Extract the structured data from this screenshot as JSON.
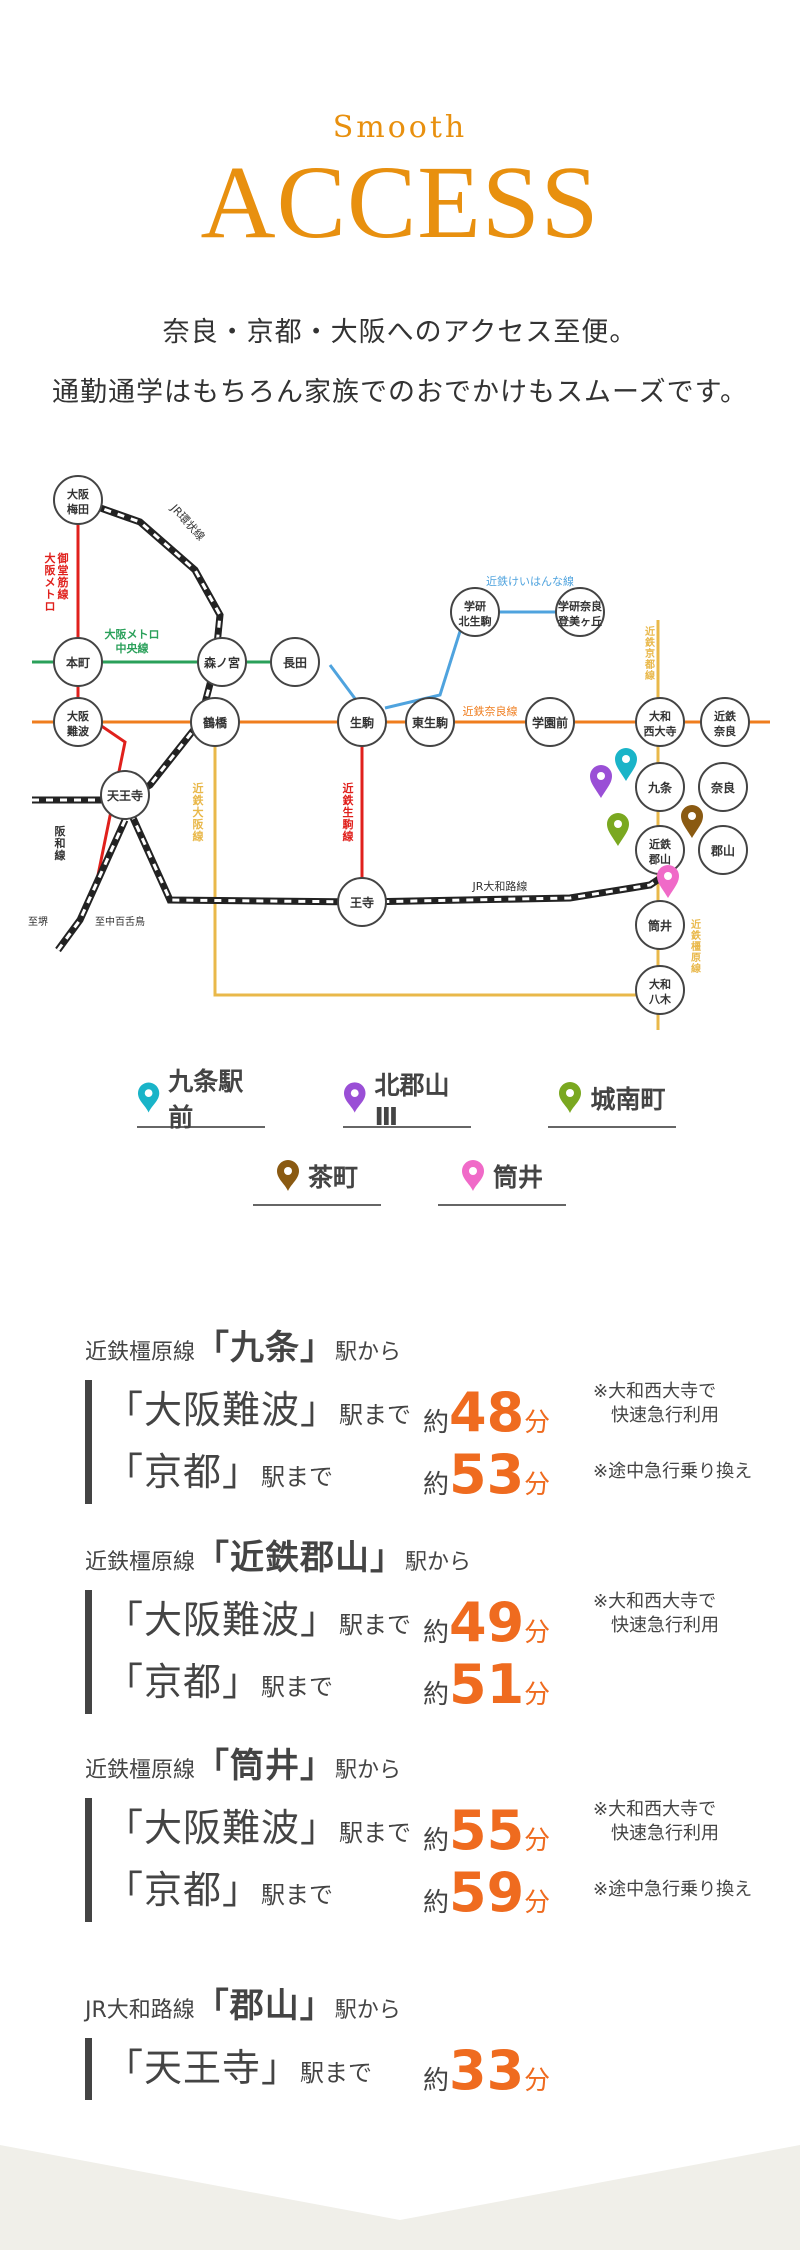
{
  "header": {
    "smooth": "Smooth",
    "access": "ACCESS"
  },
  "lead": [
    "奈良・京都・大阪へのアクセス至便。",
    "通勤通学はもちろん家族でのおでかけもスムーズです。"
  ],
  "map": {
    "stations": {
      "osaka_umeda": [
        "大阪",
        "梅田"
      ],
      "honmachi": [
        "本町"
      ],
      "osaka_namba": [
        "大阪",
        "難波"
      ],
      "tennoji": [
        "天王寺"
      ],
      "morinomiya": [
        "森ノ宮"
      ],
      "tsuruhashi": [
        "鶴橋"
      ],
      "nagata": [
        "長田"
      ],
      "ikoma": [
        "生駒"
      ],
      "higashi_ikoma": [
        "東生駒"
      ],
      "gakuen_mae": [
        "学園前"
      ],
      "gakken_kita_ikoma": [
        "学研",
        "北生駒"
      ],
      "gakken_nara_tomigaoka": [
        "学研奈良",
        "登美ヶ丘"
      ],
      "yamato_saidaiji": [
        "大和",
        "西大寺"
      ],
      "kintetsu_nara": [
        "近鉄",
        "奈良"
      ],
      "kujo": [
        "九条"
      ],
      "nara": [
        "奈良"
      ],
      "kintetsu_koriyama": [
        "近鉄",
        "郡山"
      ],
      "koriyama": [
        "郡山"
      ],
      "tsutsui": [
        "筒井"
      ],
      "yamato_yagi": [
        "大和",
        "八木"
      ],
      "oji": [
        "王寺"
      ]
    },
    "lines": {
      "jr_loop": "JR環状線",
      "midosuji": [
        "大阪メトロ",
        "御堂筋線"
      ],
      "chuo": [
        "大阪メトロ",
        "中央線"
      ],
      "keihanna": "近鉄けいはんな線",
      "nara_line": "近鉄奈良線",
      "osaka_line": "近鉄大阪線",
      "ikoma_line": "近鉄生駒線",
      "kyoto_line": "近鉄京都線",
      "kashihara_line": "近鉄橿原線",
      "yamatoji": "JR大和路線",
      "hanwa": "阪和線"
    },
    "terminals": {
      "sakai": "至堺",
      "nakamozu": "至中百舌鳥"
    },
    "colors": {
      "jr": "#222222",
      "midosuji": "#e0201c",
      "chuo": "#2aa05a",
      "keihanna": "#4fa3de",
      "nara_line": "#ef7d1e",
      "osaka_line": "#e9b84a",
      "ikoma_line": "#e0201c",
      "kyoto_line": "#e9b84a",
      "kashihara_line": "#e9b84a"
    }
  },
  "legend": [
    {
      "label": "九条駅前",
      "color": "#1ab4c8",
      "icon": "map-pin-icon"
    },
    {
      "label": "北郡山Ⅲ",
      "color": "#9a4fd6",
      "icon": "map-pin-icon"
    },
    {
      "label": "城南町",
      "color": "#7aa820",
      "icon": "map-pin-icon"
    },
    {
      "label": "茶町",
      "color": "#8a5a12",
      "icon": "map-pin-icon"
    },
    {
      "label": "筒井",
      "color": "#f06ac8",
      "icon": "map-pin-icon"
    }
  ],
  "routes": [
    {
      "line": "近鉄橿原線",
      "station": "「九条」",
      "suffix": "駅から",
      "rows": [
        {
          "dest": "「大阪難波」",
          "made": "駅まで",
          "yaku": "約",
          "minutes": "48",
          "fun": "分",
          "note": [
            "※大和西大寺で",
            "　快速急行利用"
          ]
        },
        {
          "dest": "「京都」",
          "made": "駅まで",
          "yaku": "約",
          "minutes": "53",
          "fun": "分",
          "note": [
            "※途中急行乗り換え"
          ]
        }
      ]
    },
    {
      "line": "近鉄橿原線",
      "station": "「近鉄郡山」",
      "suffix": "駅から",
      "rows": [
        {
          "dest": "「大阪難波」",
          "made": "駅まで",
          "yaku": "約",
          "minutes": "49",
          "fun": "分",
          "note": [
            "※大和西大寺で",
            "　快速急行利用"
          ]
        },
        {
          "dest": "「京都」",
          "made": "駅まで",
          "yaku": "約",
          "minutes": "51",
          "fun": "分",
          "note": []
        }
      ]
    },
    {
      "line": "近鉄橿原線",
      "station": "「筒井」",
      "suffix": "駅から",
      "rows": [
        {
          "dest": "「大阪難波」",
          "made": "駅まで",
          "yaku": "約",
          "minutes": "55",
          "fun": "分",
          "note": [
            "※大和西大寺で",
            "　快速急行利用"
          ]
        },
        {
          "dest": "「京都」",
          "made": "駅まで",
          "yaku": "約",
          "minutes": "59",
          "fun": "分",
          "note": [
            "※途中急行乗り換え"
          ]
        }
      ]
    },
    {
      "line": "JR大和路線",
      "station": "「郡山」",
      "suffix": "駅から",
      "rows": [
        {
          "dest": "「天王寺」",
          "made": "駅まで",
          "yaku": "約",
          "minutes": "33",
          "fun": "分",
          "note": []
        }
      ]
    }
  ]
}
